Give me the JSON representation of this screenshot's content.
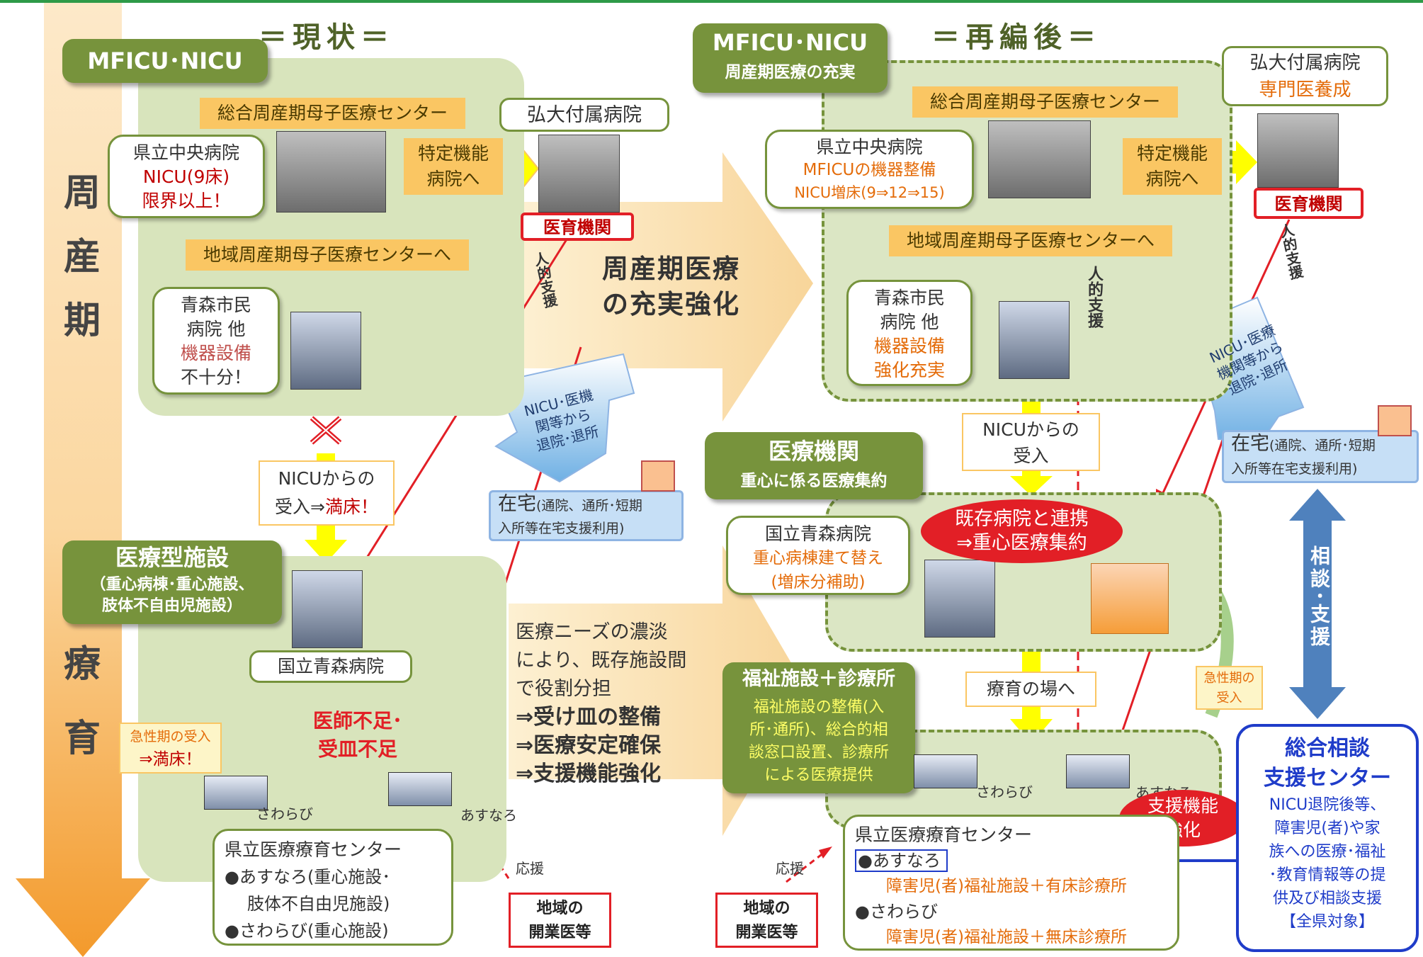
{
  "left": {
    "heading": "＝現状＝",
    "section_label": "MFICU･NICU",
    "general_center": "総合周産期母子医療センター",
    "chuo_bubble": [
      "県立中央病院",
      "NICU(9床)",
      "限界以上！"
    ],
    "tokutei": [
      "特定機能",
      "病院へ"
    ],
    "hirodai": "弘大付属病院",
    "ikusei": "医育機関",
    "jinteki": "人的支援",
    "regional_center": "地域周産期母子医療センターへ",
    "aomori_bubble": [
      "青森市民",
      "病院 他",
      "機器設備",
      "不十分！"
    ],
    "nicu_accept": [
      "NICUからの",
      "受入⇒満床！"
    ],
    "nicu_accept_prefix": "受入⇒",
    "nicu_accept_suffix": "満床！",
    "iryougata": "医療型施設",
    "iryougata_sub": [
      "（重心病棟･重心施設、",
      "肢体不自由児施設）"
    ],
    "kokuritsu": "国立青森病院",
    "burst": [
      "医師不足･",
      "受皿不足"
    ],
    "kyuseiki": [
      "急性期の受入",
      "⇒満床！"
    ],
    "sawarabi": "さわらび",
    "asunaro": "あすなろ",
    "taiin_arrow": [
      "NICU･医機",
      "関等から",
      "退院･退所"
    ],
    "zaitaku_main": "在宅",
    "zaitaku_sub1": "(通院、通所･短期",
    "zaitaku_sub2": "入所等在宅支援利用)",
    "center_title": "県立医療療育センター",
    "center_lines": [
      "●あすなろ(重心施設･",
      "肢体不自由児施設)",
      "●さわらび(重心施設)"
    ],
    "ouen": "応援",
    "kaigyoui": [
      "地域の",
      "開業医等"
    ]
  },
  "vertical": {
    "perinatal": [
      "周",
      "産",
      "期"
    ],
    "ryoiku": [
      "療",
      "育"
    ]
  },
  "middle": {
    "arrow_top": [
      "周産期医療",
      "の充実強化"
    ],
    "arrow_bottom": [
      "医療ニーズの濃淡",
      "により、既存施設間",
      "で役割分担",
      "⇒受け皿の整備",
      "⇒医療安定確保",
      "⇒支援機能強化"
    ]
  },
  "right": {
    "heading": "＝再編後＝",
    "section_label": "MFICU･NICU",
    "section_sub": "周産期医療の充実",
    "general_center": "総合周産期母子医療センター",
    "chuo_bubble": [
      "県立中央病院",
      "MFICUの機器整備",
      "NICU増床(9⇒12⇒15)"
    ],
    "tokutei": [
      "特定機能",
      "病院へ"
    ],
    "hirodai": [
      "弘大付属病院",
      "専門医養成"
    ],
    "ikusei": "医育機関",
    "jinteki": "人的支援",
    "jinteki_mid": "人的支援",
    "regional_center": "地域周産期母子医療センターへ",
    "aomori_bubble": [
      "青森市民",
      "病院 他",
      "機器設備",
      "強化充実"
    ],
    "nicu_accept": [
      "NICUからの",
      "受入"
    ],
    "taiin_arrow": [
      "NICU･医療",
      "機関等から",
      "退院･退所"
    ],
    "zaitaku_main": "在宅",
    "zaitaku_sub1": "(通院、通所･短期",
    "zaitaku_sub2": "入所等在宅支援利用)",
    "iryokikan": "医療機関",
    "iryokikan_sub": "重心に係る医療集約",
    "kokuritsu_bubble": [
      "国立青森病院",
      "重心病棟建て替え",
      "(増床分補助)"
    ],
    "kizon_oval": [
      "既存病院と連携",
      "⇒重心医療集約"
    ],
    "ryoiku_ba": "療育の場へ",
    "fukushi": [
      "福祉施設＋診療所"
    ],
    "fukushi_sub": [
      "福祉施設の整備(入",
      "所･通所)、総合的相",
      "談窓口設置、診療所",
      "による医療提供"
    ],
    "kyuseiki": [
      "急性期の",
      "受入"
    ],
    "sawarabi": "さわらび",
    "asunaro": "あすなろ",
    "shien_oval": [
      "支援機能",
      "強化"
    ],
    "center_title": "県立医療療育センター",
    "center_asunaro": "●あすなろ",
    "center_asunaro_sub": "障害児(者)福祉施設＋有床診療所",
    "center_sawarabi": "●さわらび",
    "center_sawarabi_sub": "障害児(者)福祉施設＋無床診療所",
    "ouen": "応援",
    "kaigyoui": [
      "地域の",
      "開業医等"
    ],
    "soudan_arrow": "相談･支援",
    "sogo_title": [
      "総合相談",
      "支援センター"
    ],
    "sogo_body": [
      "NICU退院後等、",
      "障害児(者)や家",
      "族への医療･福祉",
      "･教育情報等の提",
      "供及び相談支援",
      "【全県対象】"
    ]
  },
  "colors": {
    "panel_green": "#d8e4bc",
    "olive": "#77933c",
    "orange_bar": "#fac663",
    "red": "#e21f26",
    "arrow_yellow": "#ffff00",
    "tan_arrow": "#fbe5b6",
    "blue_arrow": "#4f81bd"
  }
}
